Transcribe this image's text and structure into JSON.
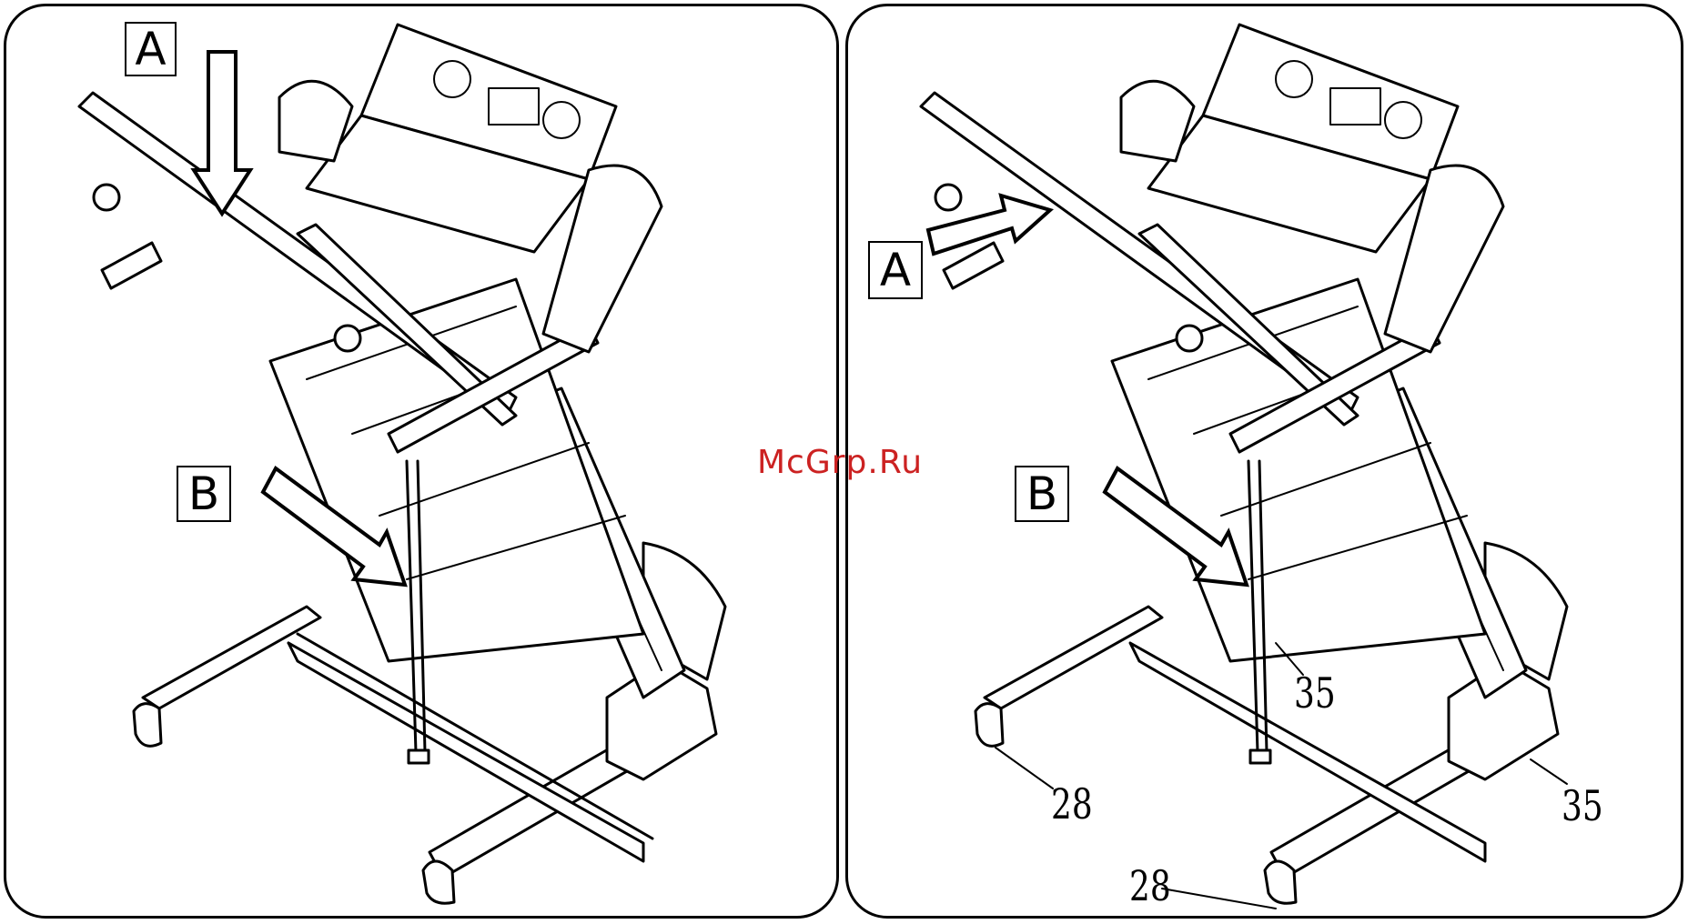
{
  "watermark": "McGrp.Ru",
  "left_panel": {
    "label_a": "A",
    "label_b": "B"
  },
  "right_panel": {
    "label_a": "A",
    "label_b": "B",
    "parts": [
      "35",
      "28",
      "35",
      "28"
    ]
  }
}
